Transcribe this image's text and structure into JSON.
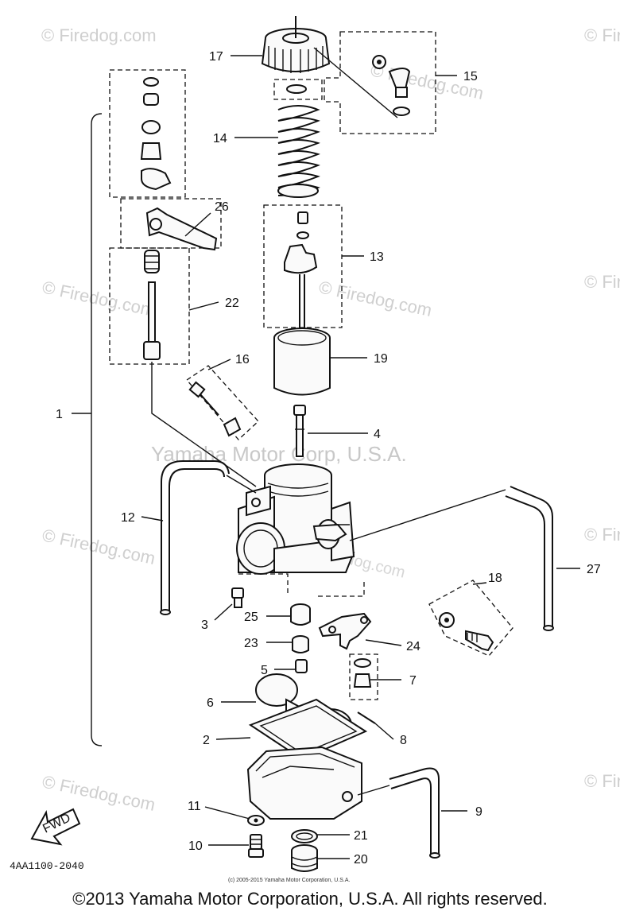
{
  "watermarks": {
    "site": "© Firedog.com",
    "main": "Yamaha Motor Corp, U.S.A.",
    "center": "Firedog.com"
  },
  "labels": {
    "p1": "1",
    "p2": "2",
    "p3": "3",
    "p4": "4",
    "p5": "5",
    "p6": "6",
    "p7": "7",
    "p8": "8",
    "p9": "9",
    "p10": "10",
    "p11": "11",
    "p12": "12",
    "p13": "13",
    "p14": "14",
    "p15": "15",
    "p16": "16",
    "p17": "17",
    "p18": "18",
    "p19": "19",
    "p20": "20",
    "p21": "21",
    "p22": "22",
    "p23": "23",
    "p24": "24",
    "p25": "25",
    "p26": "26",
    "p27": "27"
  },
  "fwd_label": "FWD",
  "diagram_code": "4AA1100-2040",
  "small_notice": "(c) 2005-2015 Yamaha Motor Corporation, U.S.A.",
  "copyright": "©2013 Yamaha Motor Corporation, U.S.A. All rights reserved."
}
